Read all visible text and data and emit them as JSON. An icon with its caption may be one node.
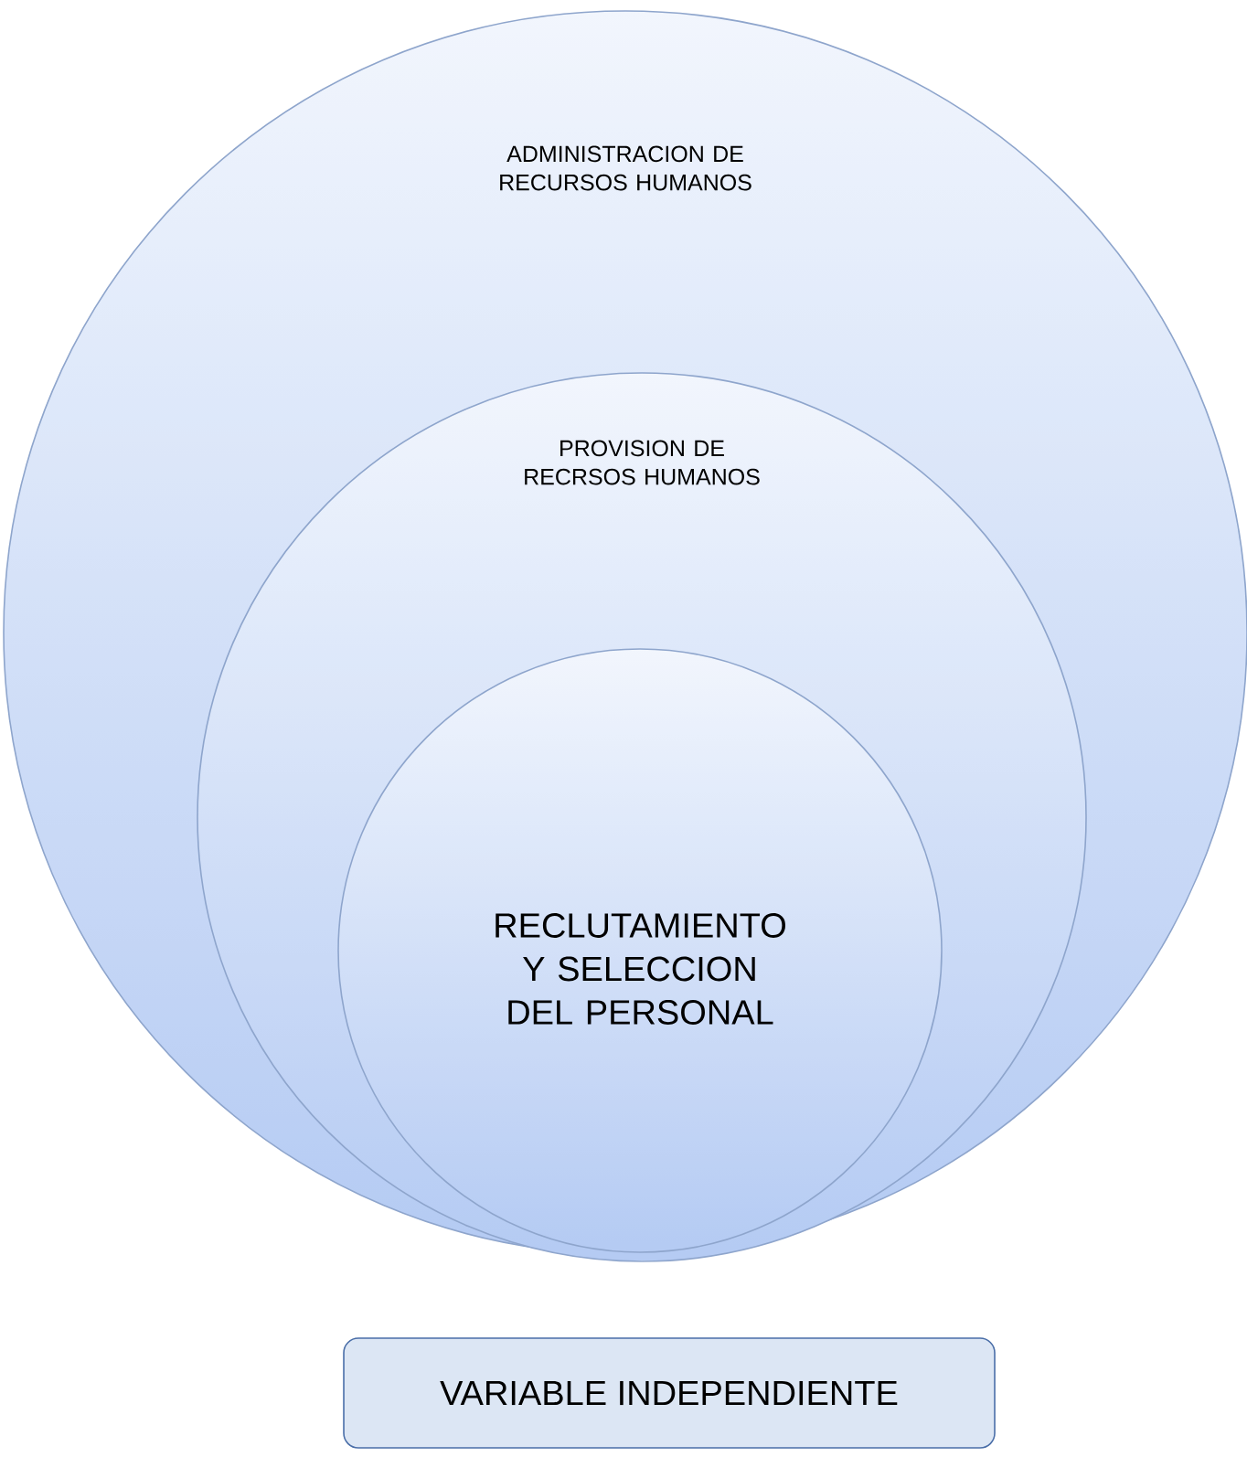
{
  "diagram": {
    "nodes": [
      {
        "text": [
          "ADMINISTRACION DE RECURSOS HUMANOS"
        ]
      },
      {
        "text": [
          "PROVISION DE RECRSOS HUMANOS"
        ],
        "in": 0
      },
      {
        "text": [
          "RECLUTAMIENTO Y SELECCION DEL PERSONAL"
        ],
        "in": 1
      },
      {
        "text": [
          "VARIABLE INDEPENDIENTE"
        ]
      }
    ]
  }
}
